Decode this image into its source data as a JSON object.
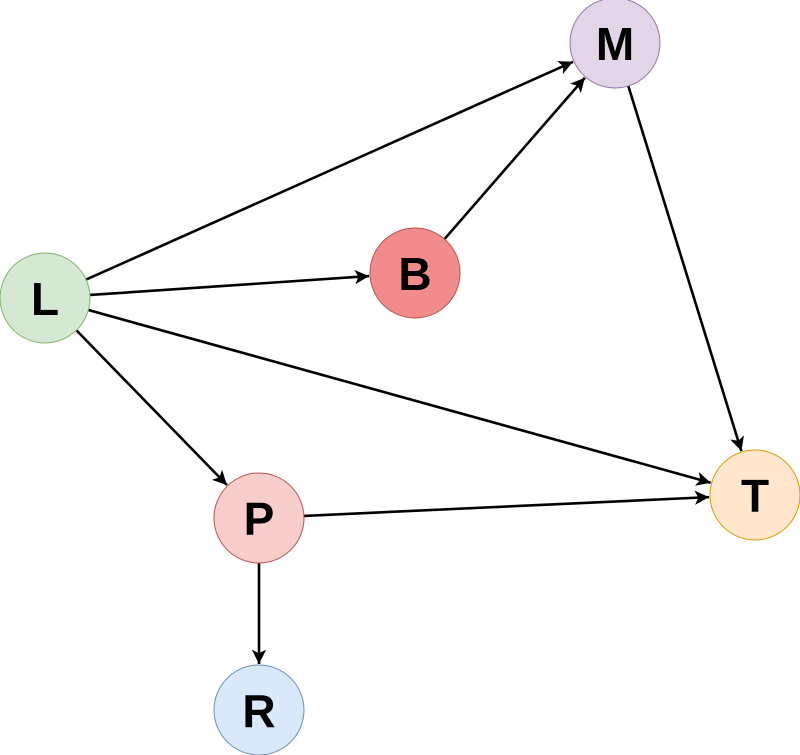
{
  "diagram": {
    "nodes": [
      {
        "id": "L",
        "label": "L",
        "fill": "#d5e8d4",
        "stroke": "#82b366"
      },
      {
        "id": "B",
        "label": "B",
        "fill": "#f28b8b",
        "stroke": "#b85450"
      },
      {
        "id": "M",
        "label": "M",
        "fill": "#e1d5e7",
        "stroke": "#9673a6"
      },
      {
        "id": "T",
        "label": "T",
        "fill": "#ffe6cc",
        "stroke": "#d79b00"
      },
      {
        "id": "P",
        "label": "P",
        "fill": "#f8cecc",
        "stroke": "#b85450"
      },
      {
        "id": "R",
        "label": "R",
        "fill": "#dae8fc",
        "stroke": "#6c8ebf"
      }
    ],
    "edges": [
      {
        "from": "L",
        "to": "M"
      },
      {
        "from": "L",
        "to": "B"
      },
      {
        "from": "B",
        "to": "M"
      },
      {
        "from": "L",
        "to": "T"
      },
      {
        "from": "M",
        "to": "T"
      },
      {
        "from": "L",
        "to": "P"
      },
      {
        "from": "P",
        "to": "T"
      },
      {
        "from": "P",
        "to": "R"
      }
    ]
  }
}
